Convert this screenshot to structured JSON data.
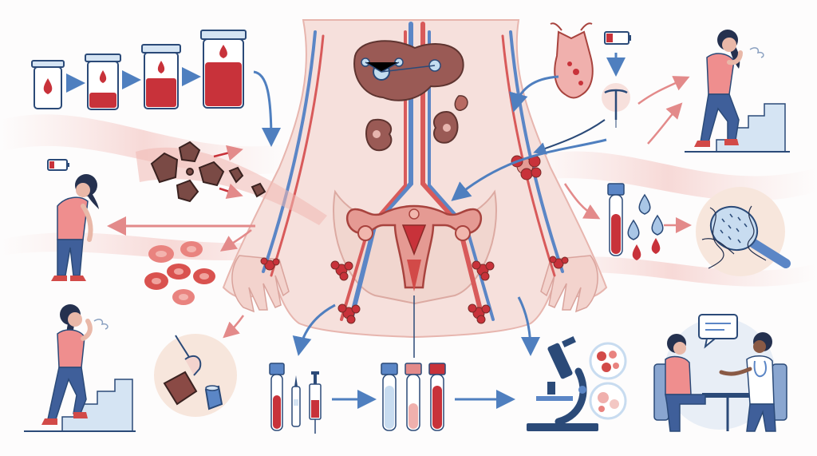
{
  "palette": {
    "blood_red": "#c8323a",
    "vein_blue": "#5b86c6",
    "navy": "#2b4a78",
    "body_pink": "#f6e0dc",
    "skin": "#e9b8a8",
    "organ_brown": "#9a5a55",
    "arrow_blue": "#4f7fbf",
    "arrow_pink": "#e38a8a",
    "shirt_pink": "#ef8e8e",
    "jeans_blue": "#3f5f9a",
    "hair": "#25314f",
    "bg_circle": "#f7e6dc"
  },
  "icons": [
    "test-tube-icon",
    "blood-drop-icon",
    "low-battery-icon",
    "iron-crystal-icon",
    "red-blood-cell-icon",
    "uterus-icon",
    "liver-icon",
    "kidney-icon",
    "iud-icon",
    "hairbrush-icon",
    "microscope-icon",
    "syringe-icon",
    "lancet-icon",
    "speech-bubble-icon",
    "stairs-icon",
    "stethoscope-icon"
  ],
  "scenes": [
    "blood-tube-sequence",
    "fatigued-woman",
    "breathless-woman-climbing-stairs",
    "iron-deposits",
    "red-blood-cells",
    "hand-holding-food",
    "central-body-anatomy",
    "blood-sample-tubes",
    "microscope-cell-analysis",
    "hair-loss-hairbrush",
    "blood-drops",
    "doctor-consultation"
  ]
}
